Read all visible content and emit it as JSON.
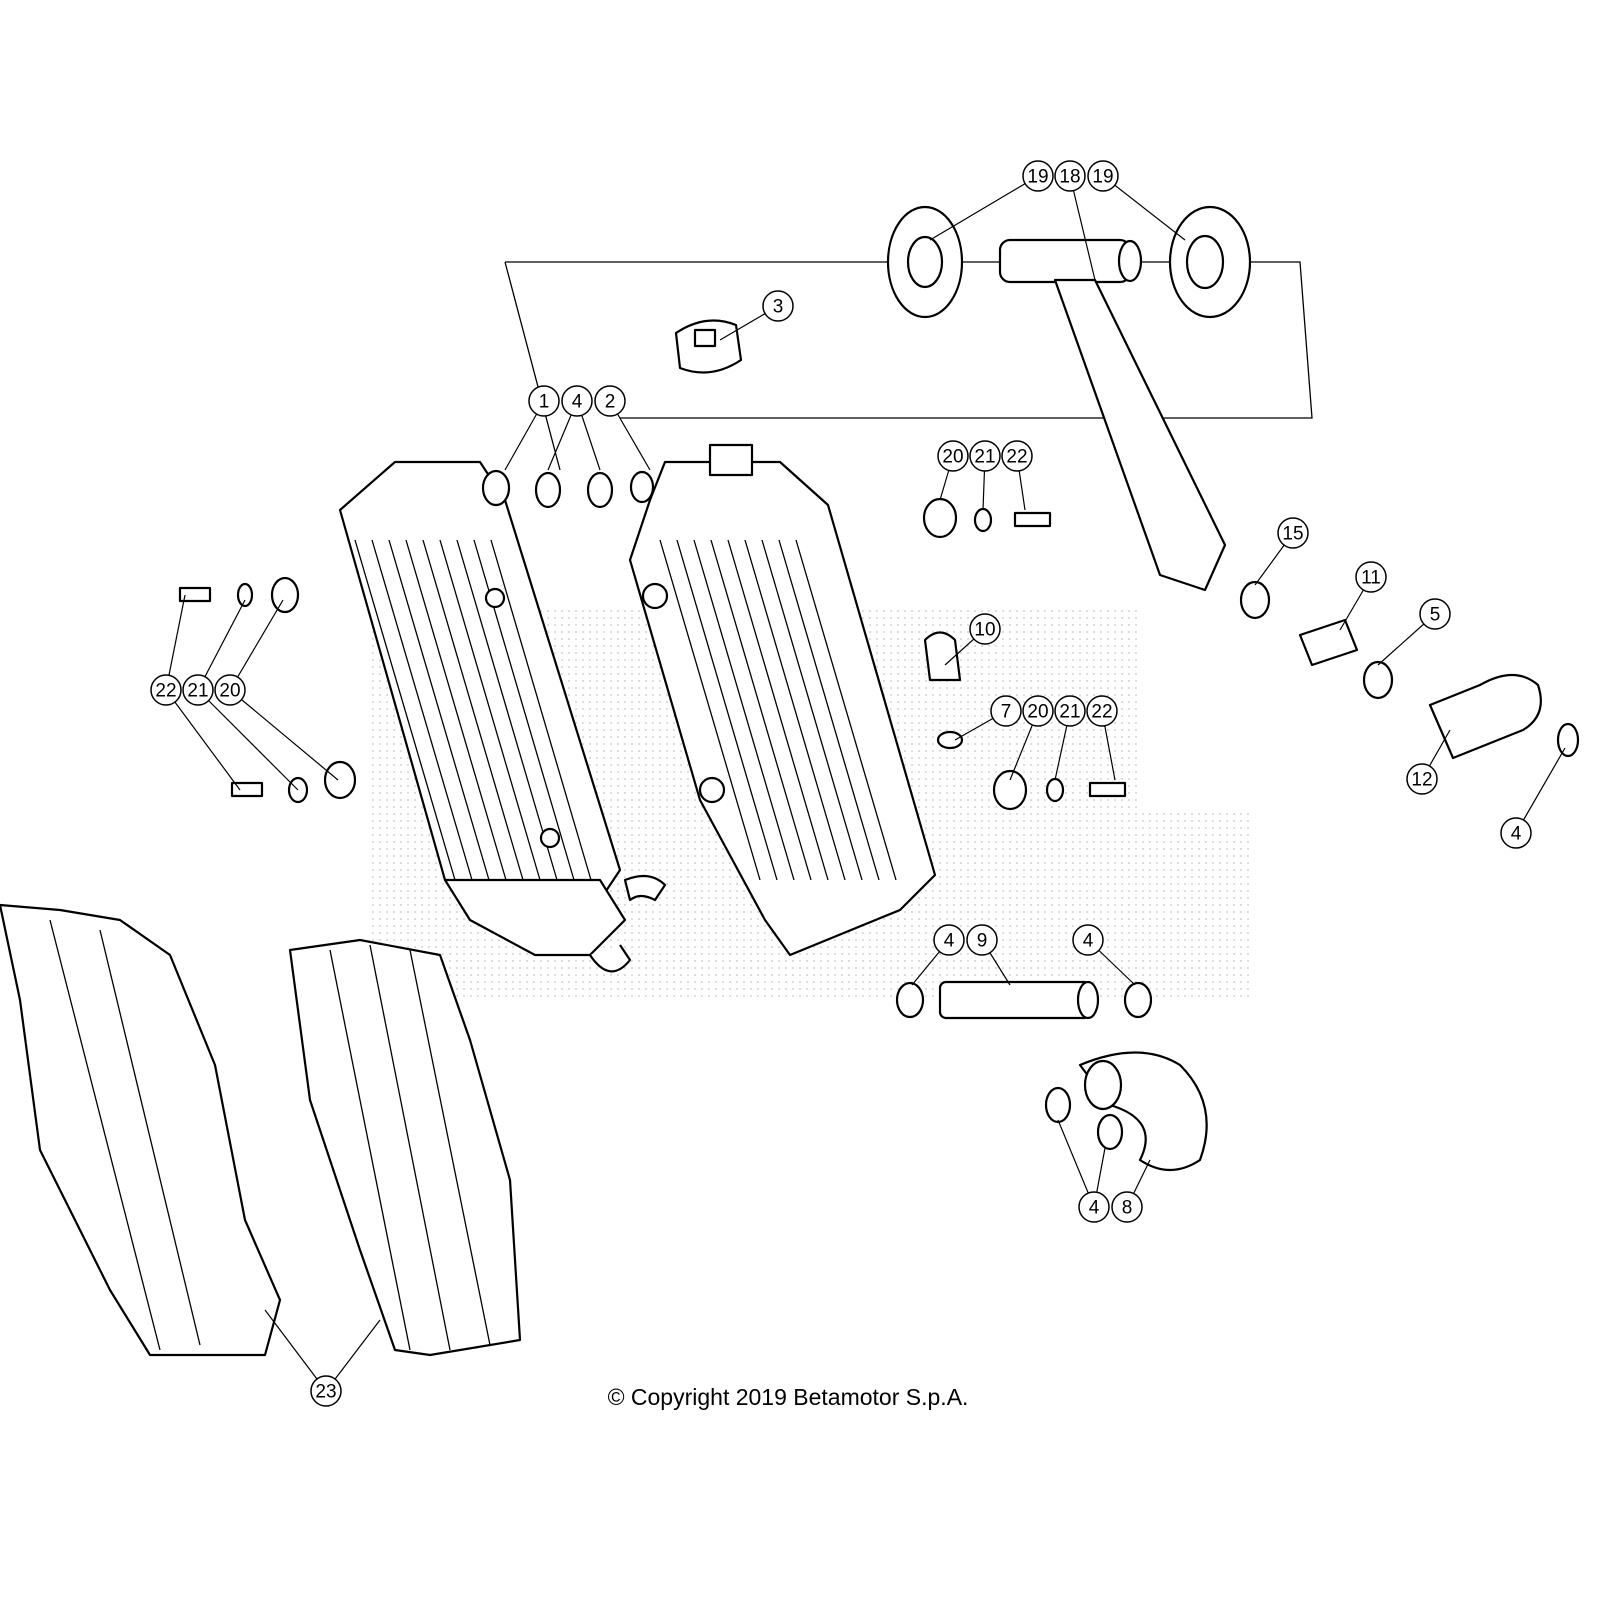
{
  "diagram": {
    "title": "Radiator cooling system exploded view",
    "copyright": "© Copyright 2019 Betamotor S.p.A.",
    "callouts": [
      "19",
      "18",
      "19",
      "3",
      "1",
      "4",
      "2",
      "20",
      "21",
      "22",
      "15",
      "11",
      "5",
      "10",
      "22",
      "21",
      "20",
      "7",
      "20",
      "21",
      "22",
      "12",
      "4",
      "4",
      "9",
      "4",
      "4",
      "8",
      "23"
    ]
  }
}
